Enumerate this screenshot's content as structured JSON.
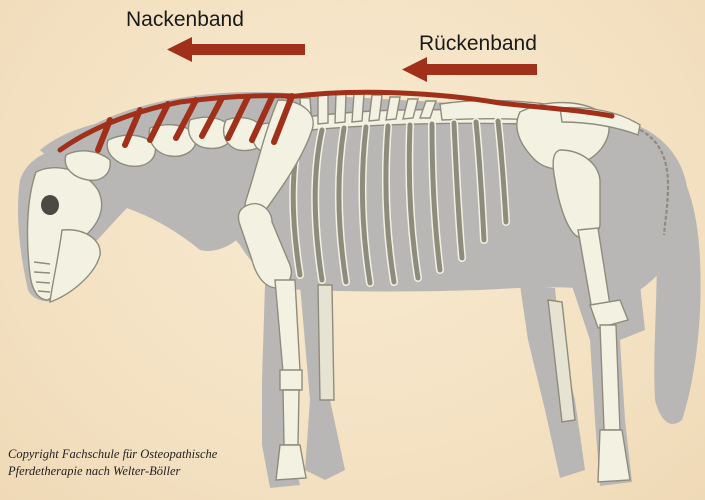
{
  "labels": {
    "nackenband": "Nackenband",
    "rueckenband": "Rückenband"
  },
  "copyright": {
    "line1": "Copyright Fachschule für Osteopathische",
    "line2": "Pferdetherapie nach Welter-Böller"
  },
  "colors": {
    "background": "#f4e3c6",
    "horse_silhouette": "#b9b7b6",
    "bone_fill": "#f3f1e2",
    "bone_outline": "#8e8c7c",
    "ligament": "#a0301a",
    "arrow": "#a0301a"
  }
}
